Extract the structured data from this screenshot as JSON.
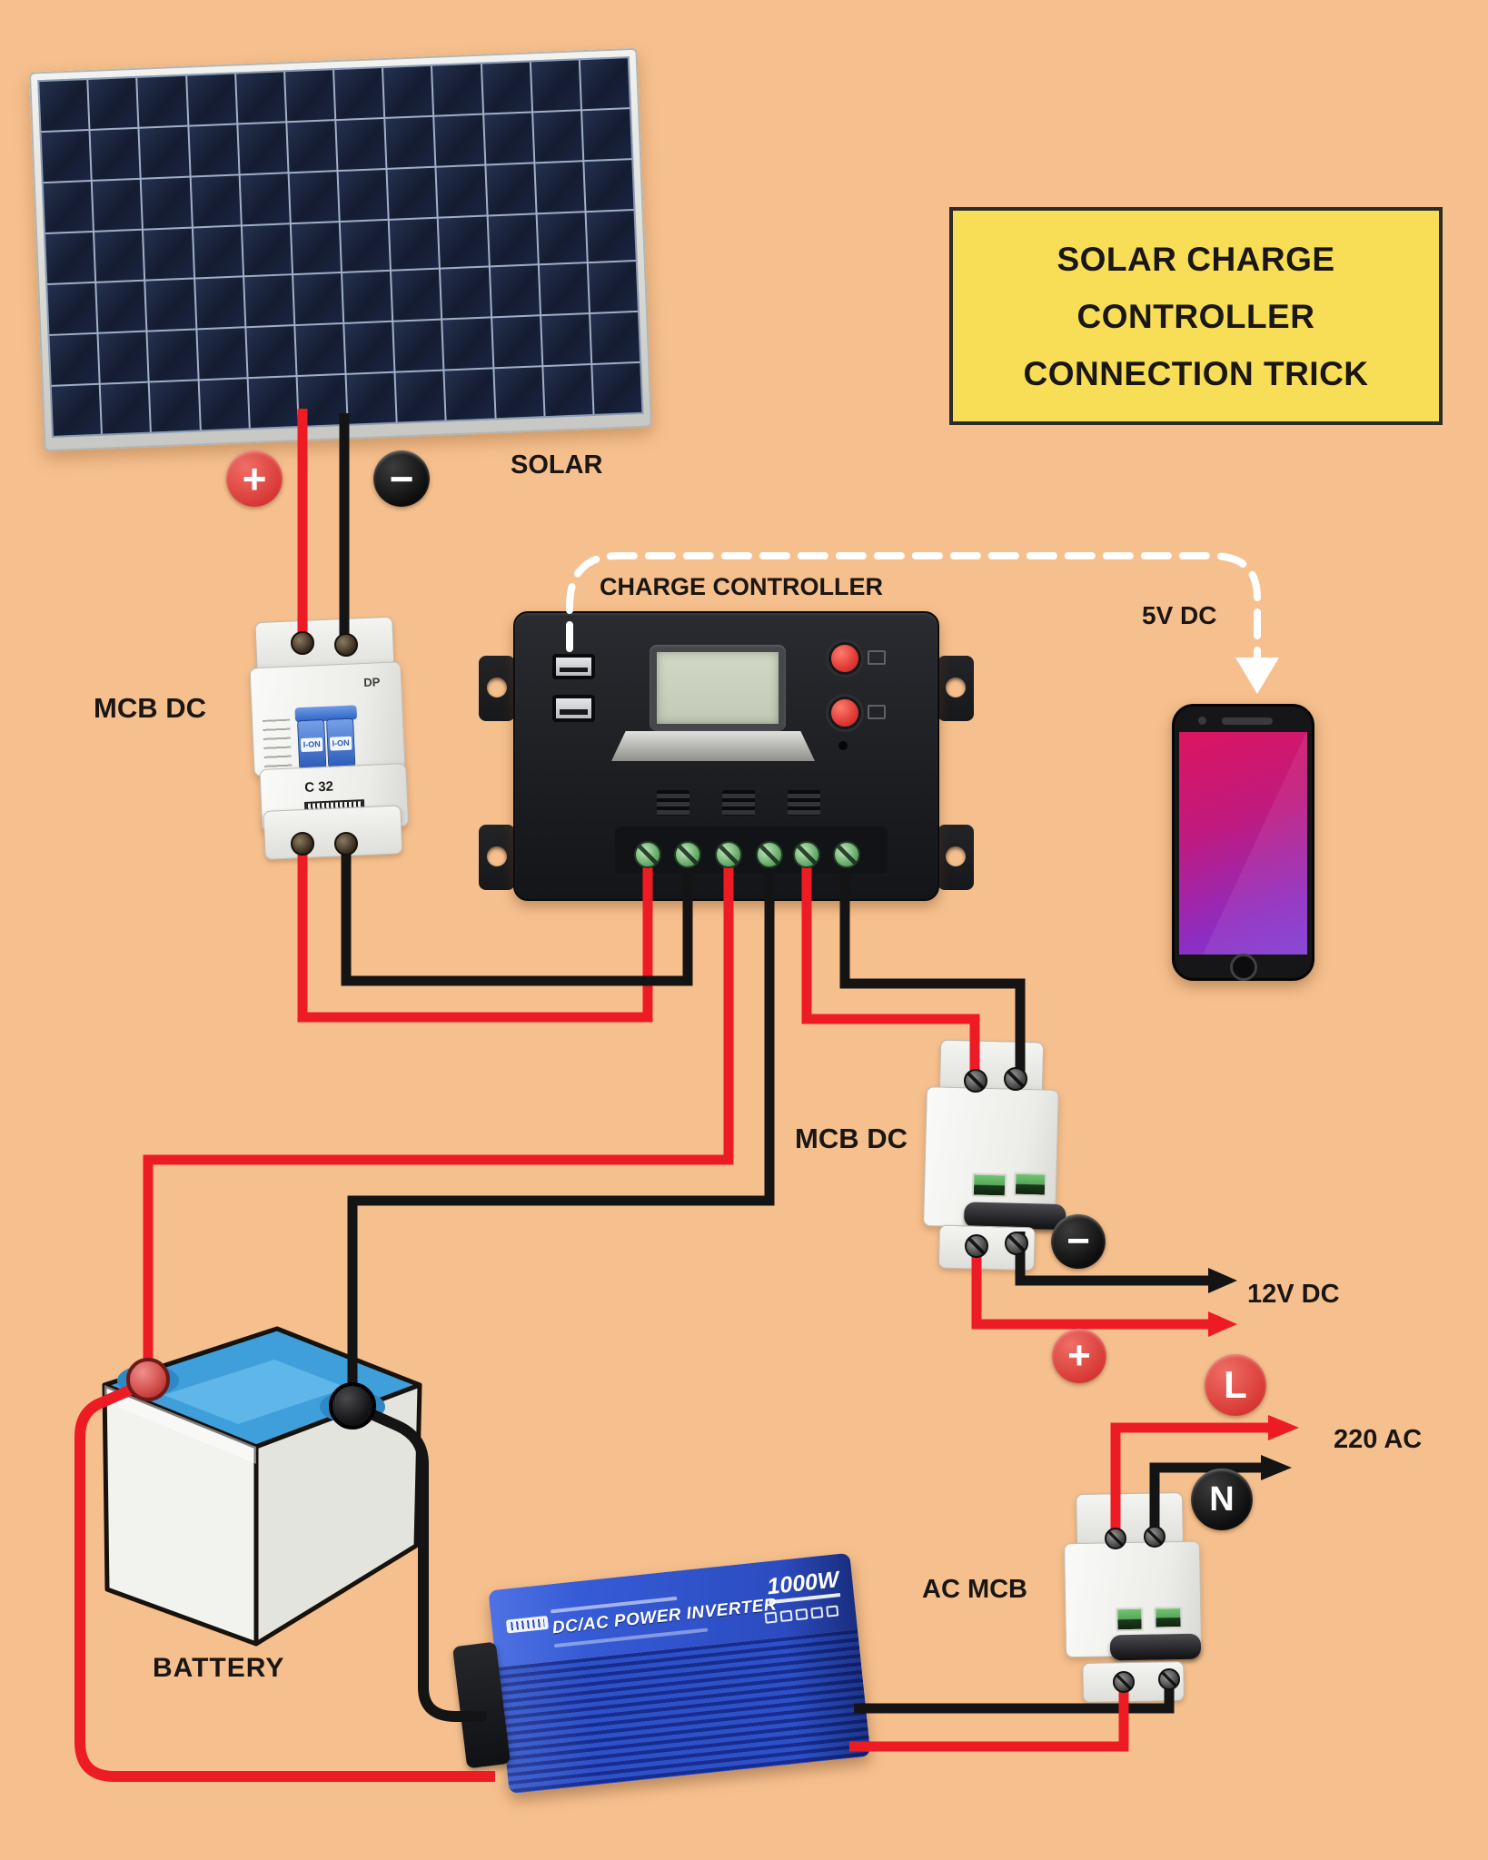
{
  "canvas": {
    "background": "#F6C08E"
  },
  "title_box": {
    "lines": [
      "SOLAR CHARGE",
      "CONTROLLER",
      "CONNECTION TRICK"
    ],
    "bg": "#F8DD56",
    "border_color": "#2B2B2B"
  },
  "labels": {
    "solar": "SOLAR",
    "charge_controller": "CHARGE CONTROLLER",
    "usb_output": "5V DC",
    "mcb_dc_solar": "MCB DC",
    "mcb_dc_load": "MCB DC",
    "dc_output": "12V DC",
    "ac_breaker": "AC MCB",
    "ac_output": "220 AC",
    "battery": "BATTERY"
  },
  "badges": {
    "solar_positive": "+",
    "solar_negative": "−",
    "load_negative": "−",
    "load_positive": "+",
    "line": "L",
    "neutral": "N"
  },
  "solar_panel": {
    "rows": 7,
    "cols": 12
  },
  "mcb_solar": {
    "pole": "DP",
    "rating": "C 32",
    "toggle_left": "I-ON",
    "toggle_right": "I-ON"
  },
  "inverter": {
    "name": "DC/AC POWER INVERTER",
    "power": "1000W"
  },
  "wires": {
    "red": "#ED1C24",
    "black": "#141414",
    "dash": "#FFFFFF"
  }
}
